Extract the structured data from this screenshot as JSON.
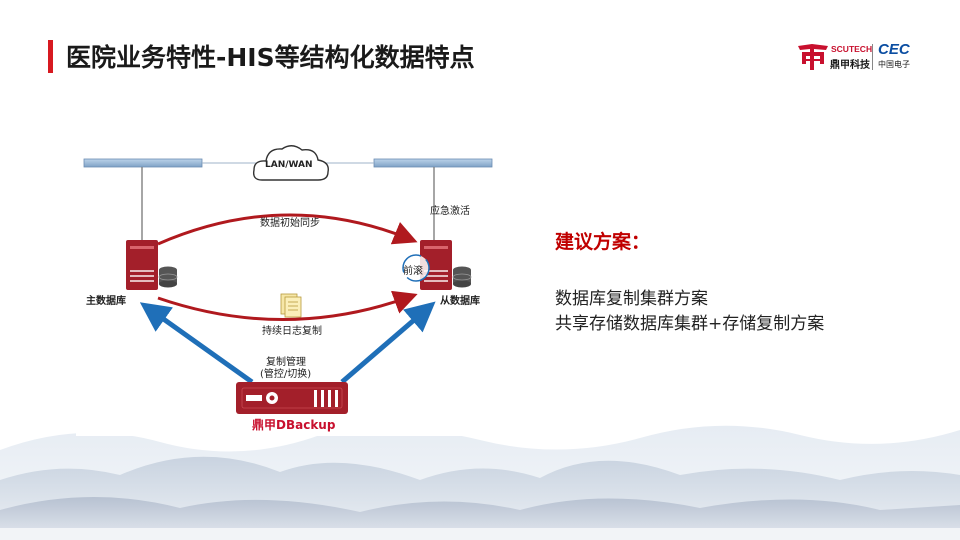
{
  "header": {
    "title": "医院业务特性-HIS等结构化数据特点",
    "accent_color": "#d71920"
  },
  "logo": {
    "brand_en": "SCUTECH",
    "brand_cn": "鼎甲科技",
    "partner_en": "CEC",
    "partner_cn": "中国电子"
  },
  "diagram": {
    "network_label": "LAN/WAN",
    "emergency_label": "应急激活",
    "sync_label": "数据初始同步",
    "primary_db_label": "主数据库",
    "standby_db_label": "从数据库",
    "rollforward_label": "前滚",
    "log_copy_label": "持续日志复制",
    "copy_mgmt_label": "复制管理",
    "copy_mgmt_sub": "(管控/切换)",
    "product_label": "鼎甲DBackup",
    "colors": {
      "server": "#a31f2a",
      "arrow_blue": "#1f6fb8",
      "arc_red": "#b0191e"
    }
  },
  "suggestion": {
    "title": "建议方案：",
    "items": [
      "数据库复制集群方案",
      "共享存储数据库集群+存储复制方案"
    ]
  }
}
